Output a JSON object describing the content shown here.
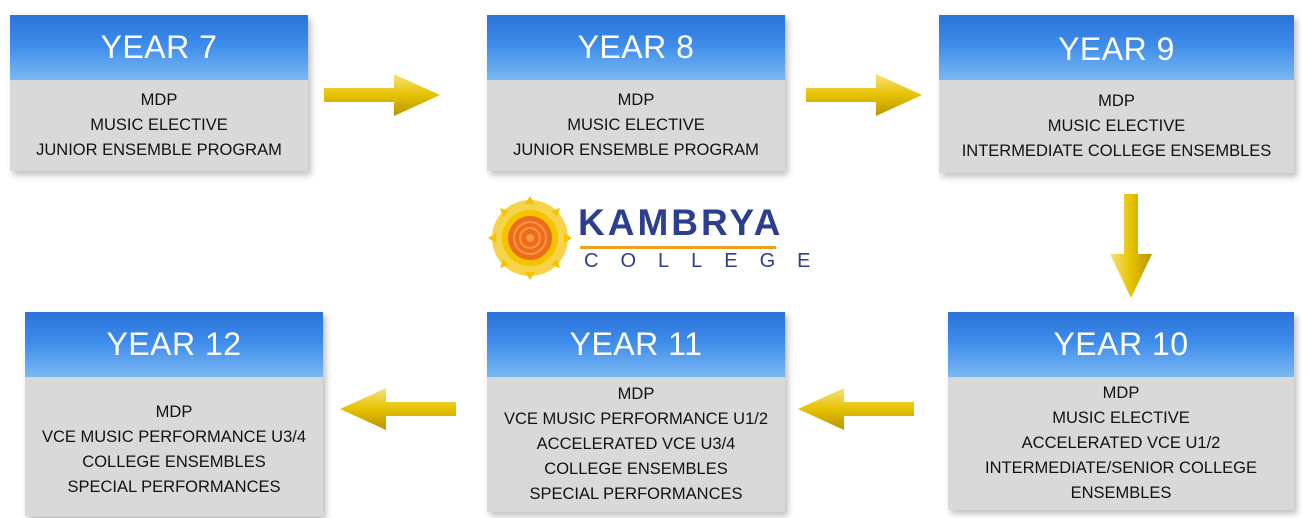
{
  "cards": [
    {
      "title": "YEAR 7",
      "lines": [
        "MDP",
        "MUSIC ELECTIVE",
        "JUNIOR ENSEMBLE PROGRAM"
      ]
    },
    {
      "title": "YEAR 8",
      "lines": [
        "MDP",
        "MUSIC ELECTIVE",
        "JUNIOR ENSEMBLE PROGRAM"
      ]
    },
    {
      "title": "YEAR 9",
      "lines": [
        "MDP",
        "MUSIC ELECTIVE",
        "INTERMEDIATE COLLEGE ENSEMBLES"
      ]
    },
    {
      "title": "YEAR 10",
      "lines": [
        "MDP",
        "MUSIC ELECTIVE",
        "ACCELERATED VCE U1/2",
        "INTERMEDIATE/SENIOR COLLEGE",
        "ENSEMBLES"
      ]
    },
    {
      "title": "YEAR 11",
      "lines": [
        "MDP",
        "VCE MUSIC PERFORMANCE U1/2",
        "ACCELERATED VCE U3/4",
        "COLLEGE ENSEMBLES",
        "SPECIAL PERFORMANCES"
      ]
    },
    {
      "title": "YEAR 12",
      "lines": [
        "MDP",
        "VCE MUSIC PERFORMANCE U3/4",
        "COLLEGE ENSEMBLES",
        "SPECIAL PERFORMANCES"
      ]
    }
  ],
  "logo": {
    "name": "KAMBRYA",
    "sub": "COLLEGE"
  },
  "colors": {
    "header_top": "#2a73d8",
    "header_bottom": "#7ab8f2",
    "body": "#d9d9d9",
    "arrow": "#e6c200",
    "logo_text": "#2c3e8f",
    "logo_sun": "#f4c400"
  }
}
